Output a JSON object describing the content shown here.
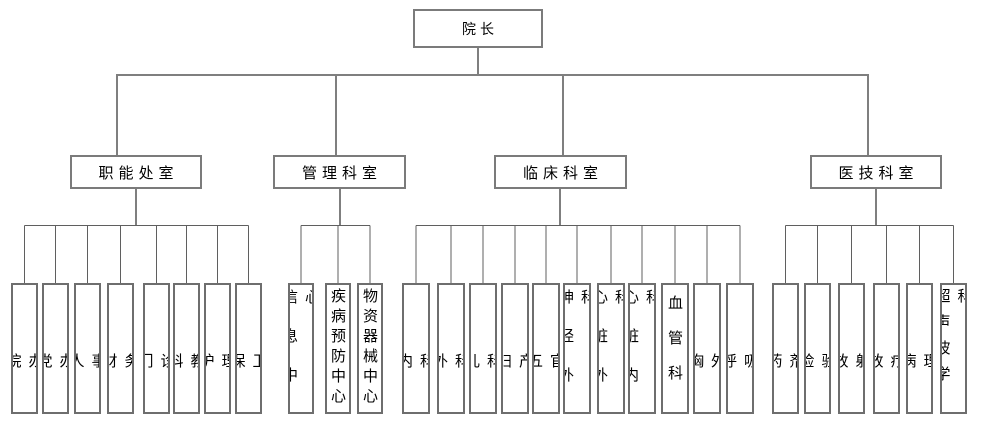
{
  "org": {
    "root": "院长",
    "groups": [
      {
        "label": "职能处室",
        "children": [
          "院办",
          "党办",
          "人事",
          "财务",
          "门诊",
          "科教",
          "护理",
          "保卫"
        ]
      },
      {
        "label": "管理科室",
        "children": [
          "信息中心",
          "疾病预防中心",
          "物资器械中心"
        ]
      },
      {
        "label": "临床科室",
        "children": [
          "内科",
          "外科",
          "儿科",
          "妇产",
          "五官",
          "神经外科",
          "心脏外科",
          "心脏内科",
          "血管科",
          "胸外",
          "呼吸"
        ]
      },
      {
        "label": "医技科室",
        "children": [
          "药剂",
          "检验",
          "放射",
          "放疗",
          "病理",
          "超声波学科"
        ]
      }
    ],
    "colors": {
      "background": "#ffffff",
      "connector_line": "#7f7f7f",
      "leaf_connector_line": "#5f5f5f",
      "box_border": "#7b7b7b",
      "leaf_border": "#6e6e6e",
      "text": "#000000"
    }
  }
}
